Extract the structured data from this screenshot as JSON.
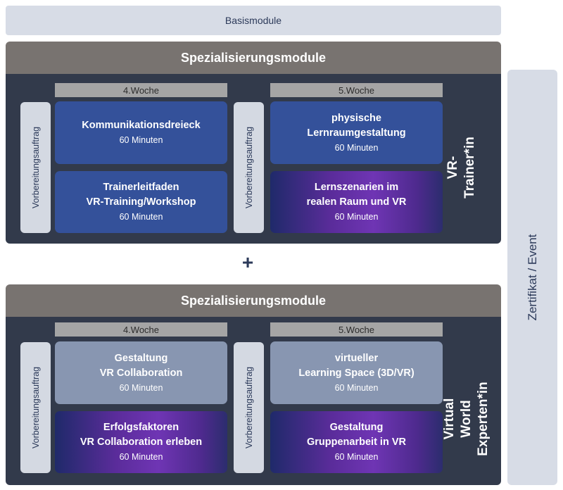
{
  "basis": {
    "label": "Basismodule"
  },
  "side": {
    "label": "Zertifikat / Event"
  },
  "plus": "+",
  "panels": [
    {
      "header": "Spezialisierungsmodule",
      "title": "VR-Trainer*in",
      "weeks": [
        "4.Woche",
        "5.Woche"
      ],
      "prep": [
        "Vorbereitungsauftrag",
        "Vorbereitungsauftrag"
      ],
      "cards": [
        {
          "title": "Kommunikationsdreieck",
          "meta": "60 Minuten",
          "style": "blue"
        },
        {
          "title": "Trainerleitfaden\nVR-Training/Workshop",
          "meta": "60 Minuten",
          "style": "blue"
        },
        {
          "title": "physische\nLernraumgestaltung",
          "meta": "60 Minuten",
          "style": "blue"
        },
        {
          "title": "Lernszenarien im\nrealen Raum und VR",
          "meta": "60 Minuten",
          "style": "purple"
        }
      ]
    },
    {
      "header": "Spezialisierungsmodule",
      "title": "Virtual World\nExperten*in",
      "weeks": [
        "4.Woche",
        "5.Woche"
      ],
      "prep": [
        "Vorbereitungsauftrag",
        "Vorbereitungsauftrag"
      ],
      "cards": [
        {
          "title": "Gestaltung\nVR Collaboration",
          "meta": "60 Minuten",
          "style": "grey"
        },
        {
          "title": "Erfolgsfaktoren\nVR Collaboration erleben",
          "meta": "60 Minuten",
          "style": "purple"
        },
        {
          "title": "virtueller\nLearning Space (3D/VR)",
          "meta": "60 Minuten",
          "style": "grey"
        },
        {
          "title": "Gestaltung\nGruppenarbeit in VR",
          "meta": "60 Minuten",
          "style": "purple"
        }
      ]
    }
  ]
}
